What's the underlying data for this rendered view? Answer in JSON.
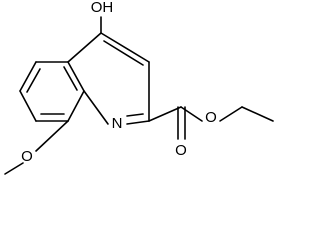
{
  "molecule": {
    "labels": {
      "hydroxyl": "OH",
      "ring_nitrogen": "N",
      "ester_ether_oxygen": "O",
      "carbonyl_oxygen": "O",
      "methoxy_oxygen": "O"
    }
  }
}
